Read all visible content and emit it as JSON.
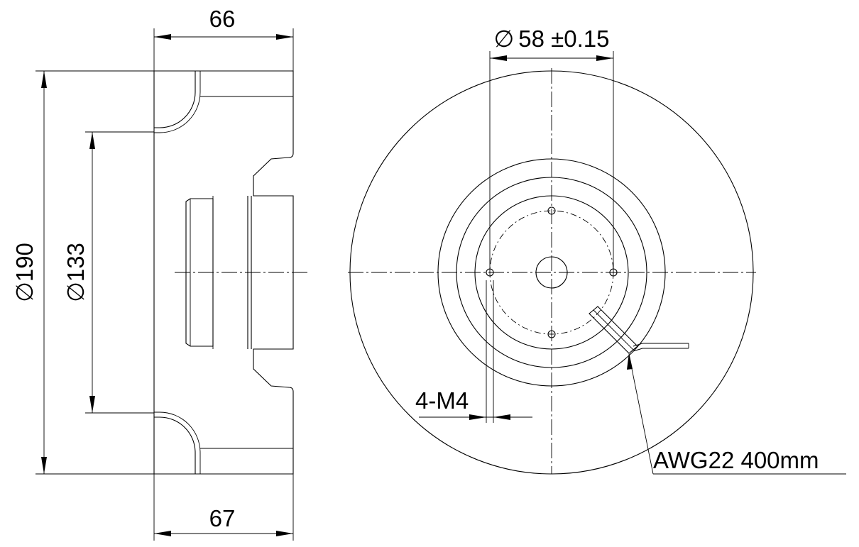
{
  "dimensions": {
    "side_top_width": "66",
    "side_bottom_width": "67",
    "outer_diameter": "190",
    "inner_diameter": "133",
    "bolt_circle": "58 ±0.15",
    "mount_holes": "4-M4",
    "lead_wire": "AWG22 400mm"
  },
  "symbols": {
    "diameter": "∅"
  }
}
